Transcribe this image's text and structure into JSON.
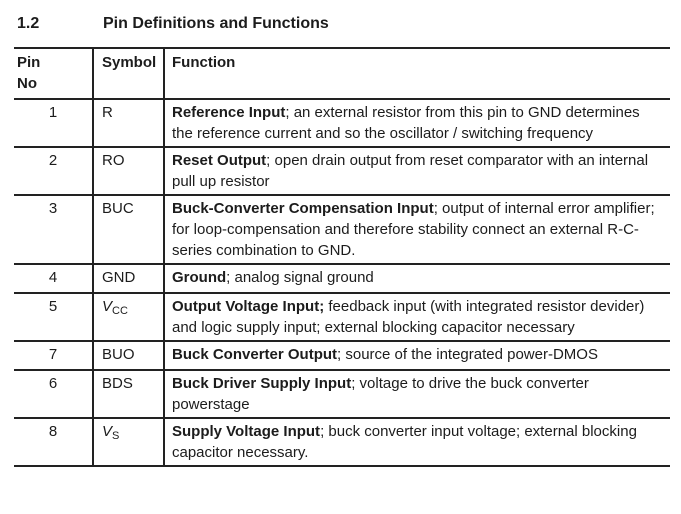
{
  "section": {
    "number": "1.2",
    "title": "Pin Definitions and Functions"
  },
  "table": {
    "header": {
      "pin_no_line1": "Pin",
      "pin_no_line2": "No",
      "symbol": "Symbol",
      "function": "Function"
    },
    "rows": [
      {
        "pin_no": "1",
        "symbol_base": "R",
        "symbol_sub": "",
        "function_bold": "Reference Input",
        "function_rest": "; an external resistor from this pin to GND determines the reference current and so the oscillator / switching frequency"
      },
      {
        "pin_no": "2",
        "symbol_base": "RO",
        "symbol_sub": "",
        "function_bold": "Reset Output",
        "function_rest": ";  open drain output from reset comparator with an internal pull up resistor"
      },
      {
        "pin_no": "3",
        "symbol_base": "BUC",
        "symbol_sub": "",
        "function_bold": "Buck-Converter Compensation Input",
        "function_rest": "; output of internal error amplifier;  for loop-compensation and therefore stability connect an external R-C-series combination to GND."
      },
      {
        "pin_no": "4",
        "symbol_base": "GND",
        "symbol_sub": "",
        "function_bold": "Ground",
        "function_rest": "; analog signal ground"
      },
      {
        "pin_no": "5",
        "symbol_base": "V",
        "symbol_sub": "CC",
        "function_bold": "Output Voltage Input;",
        "function_rest": " feedback input (with integrated resistor devider) and logic supply input; external blocking capacitor necessary"
      },
      {
        "pin_no": "7",
        "symbol_base": "BUO",
        "symbol_sub": "",
        "function_bold": "Buck Converter Output",
        "function_rest": "; source of the integrated power-DMOS"
      },
      {
        "pin_no": "6",
        "symbol_base": "BDS",
        "symbol_sub": "",
        "function_bold": "Buck Driver Supply Input",
        "function_rest": "; voltage to drive the buck converter powerstage"
      },
      {
        "pin_no": "8",
        "symbol_base": "V",
        "symbol_sub": "S",
        "function_bold": "Supply Voltage Input",
        "function_rest": "; buck converter input voltage; external blocking capacitor necessary."
      }
    ]
  },
  "colors": {
    "text": "#1c1c1c",
    "border": "#222222",
    "background": "#ffffff"
  }
}
